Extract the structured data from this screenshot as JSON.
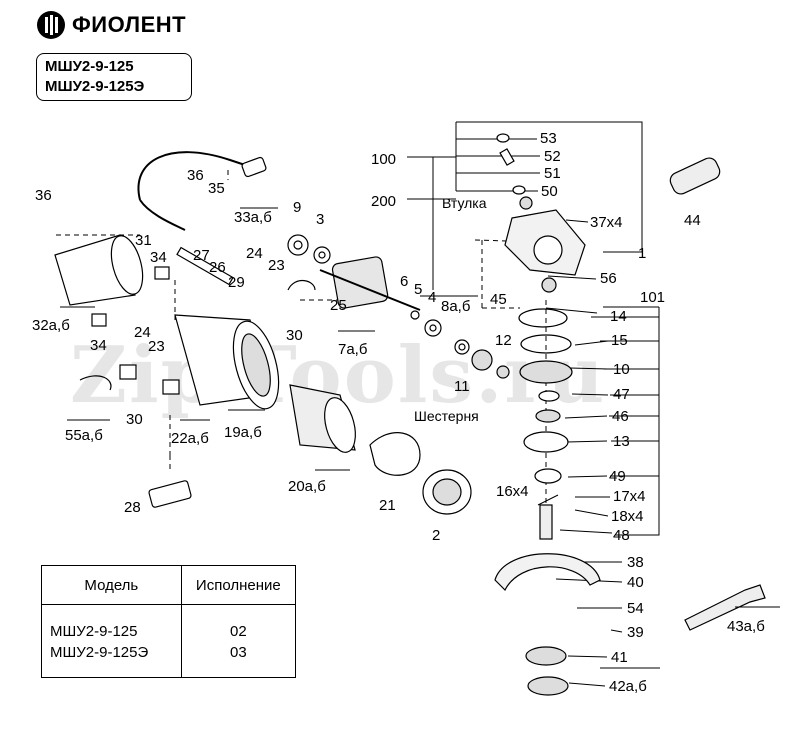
{
  "brand": {
    "name": "ФИОЛЕНТ"
  },
  "models": [
    "МШУ2-9-125",
    "МШУ2-9-125Э"
  ],
  "watermark": "Zip-Tools.ru",
  "table": {
    "headers": [
      "Модель",
      "Исполнение"
    ],
    "rows": [
      {
        "model": "МШУ2-9-125",
        "variant": "02"
      },
      {
        "model": "МШУ2-9-125Э",
        "variant": "03"
      }
    ]
  },
  "part_labels": {
    "p100": "100",
    "p200": "200",
    "vtulka": "Втулка",
    "p53": "53",
    "p52": "52",
    "p51": "51",
    "p50": "50",
    "p37": "37х4",
    "p1": "1",
    "p44": "44",
    "p36a": "36",
    "p35": "35",
    "p33": "33а,б",
    "p9": "9",
    "p3": "3",
    "p36b": "36",
    "p31": "31",
    "p27": "27",
    "p26": "26",
    "p34a": "34",
    "p24a": "24",
    "p23a": "23",
    "p29": "29",
    "p6": "6",
    "p5": "5",
    "p4": "4",
    "p8": "8а,б",
    "p45": "45",
    "p56": "56",
    "p101": "101",
    "p14": "14",
    "p15": "15",
    "p10": "10",
    "p47": "47",
    "p46": "46",
    "p13": "13",
    "p49": "49",
    "p48": "48",
    "p16": "16х4",
    "p17": "17х4",
    "p18": "18х4",
    "p32": "32а,б",
    "p34b": "34",
    "p25": "25",
    "p30a": "30",
    "p7": "7а,б",
    "p24b": "24",
    "p23b": "23",
    "p12": "12",
    "p11": "11",
    "shesternya": "Шестерня",
    "p55": "55а,б",
    "p30b": "30",
    "p22": "22а,б",
    "p19": "19а,б",
    "p20": "20а,б",
    "p21": "21",
    "p2": "2",
    "p28": "28",
    "p38": "38",
    "p40": "40",
    "p54": "54",
    "p39": "39",
    "p41": "41",
    "p42": "42а,б",
    "p43": "43а,б"
  }
}
